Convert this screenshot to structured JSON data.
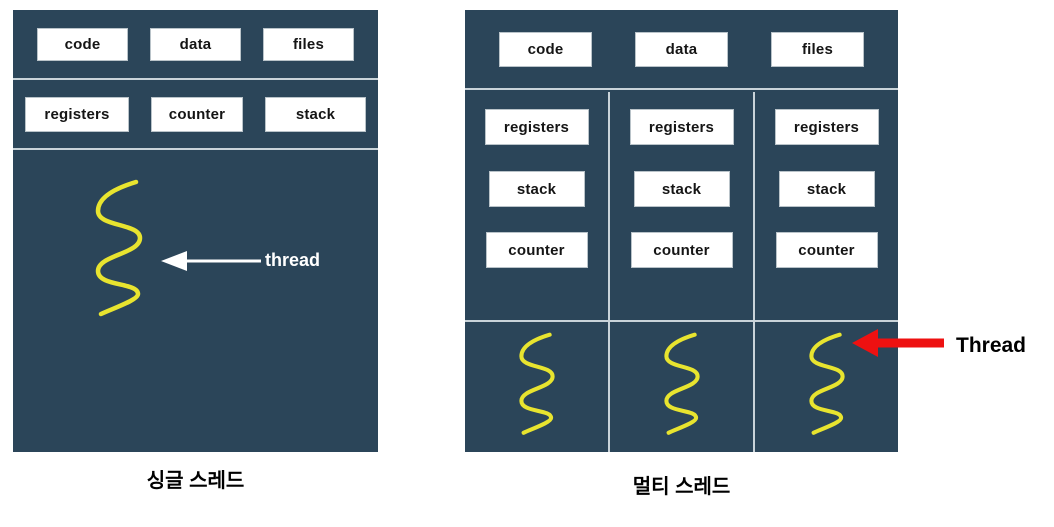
{
  "colors": {
    "panel_background": "#2B4559",
    "divider_line": "#C9D3D9",
    "box_background": "#FFFFFF",
    "box_text": "#151515",
    "thread_squiggle": "#E8E42F",
    "single_thread_arrow": "#FFFFFF",
    "multi_thread_arrow": "#EE1111",
    "caption_text": "#000000"
  },
  "icons": {
    "thread_squiggle": "yellow-wavy-line",
    "single_thread_arrow": "white-left-arrow",
    "multi_thread_arrow": "red-left-arrow"
  },
  "single": {
    "resource_boxes": [
      "code",
      "data",
      "files"
    ],
    "state_boxes": [
      "registers",
      "counter",
      "stack"
    ],
    "thread_label": "thread",
    "caption": "싱글 스레드"
  },
  "multi": {
    "resource_boxes": [
      "code",
      "data",
      "files"
    ],
    "columns": [
      {
        "boxes": [
          "registers",
          "stack",
          "counter"
        ]
      },
      {
        "boxes": [
          "registers",
          "stack",
          "counter"
        ]
      },
      {
        "boxes": [
          "registers",
          "stack",
          "counter"
        ]
      }
    ],
    "thread_label": "Thread",
    "caption": "멀티 스레드"
  }
}
